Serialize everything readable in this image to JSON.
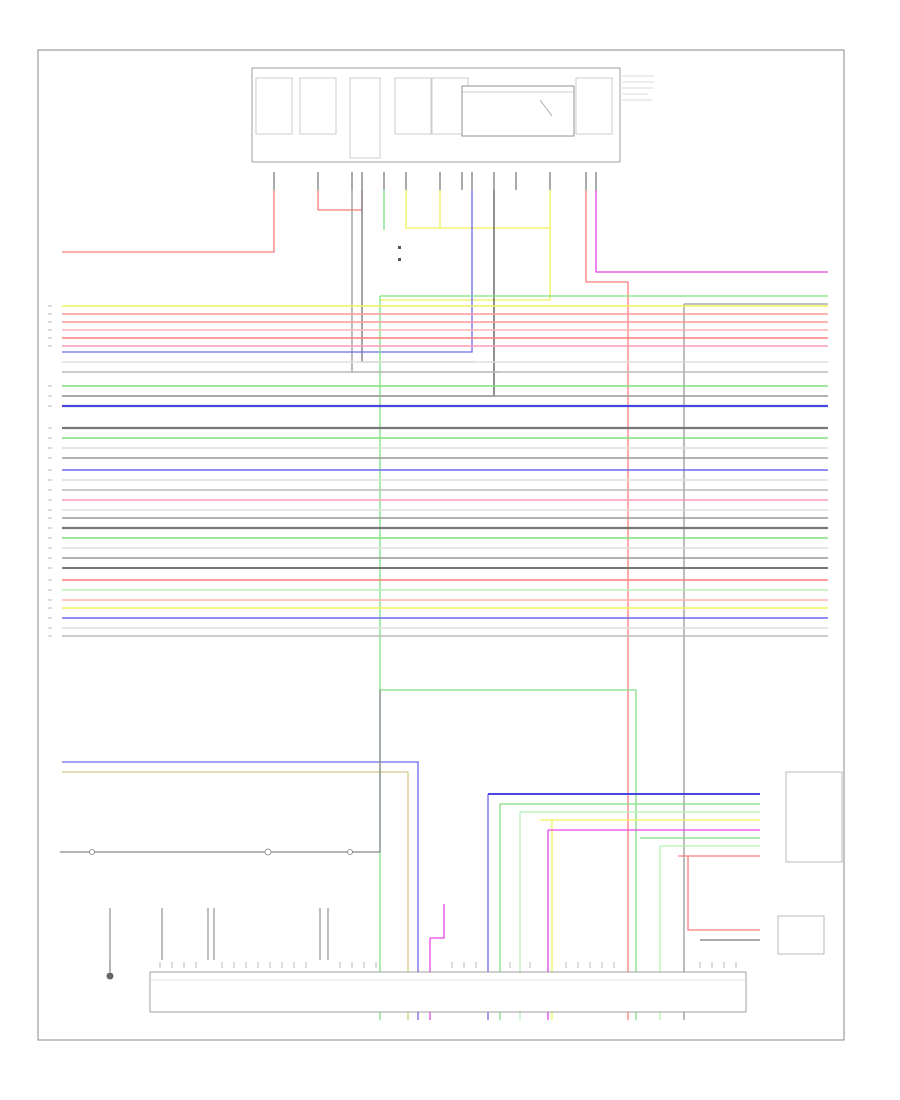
{
  "diagram": {
    "footer_code": "",
    "colors": {
      "frame": "#888888",
      "wire_red": "#ff7b7b",
      "wire_pink": "#ff99bb",
      "wire_magenta": "#e844e8",
      "wire_yellow": "#f2f25c",
      "wire_green": "#7fe07f",
      "wire_blue": "#6a6af0",
      "wire_gray": "#999999",
      "wire_dark": "#555555",
      "wire_tan": "#d8c68a",
      "wire_light": "#dddddd"
    },
    "components": [
      "fuse-box",
      "junction-relay",
      "transmission-control-module",
      "right-side-module",
      "small-module"
    ]
  }
}
